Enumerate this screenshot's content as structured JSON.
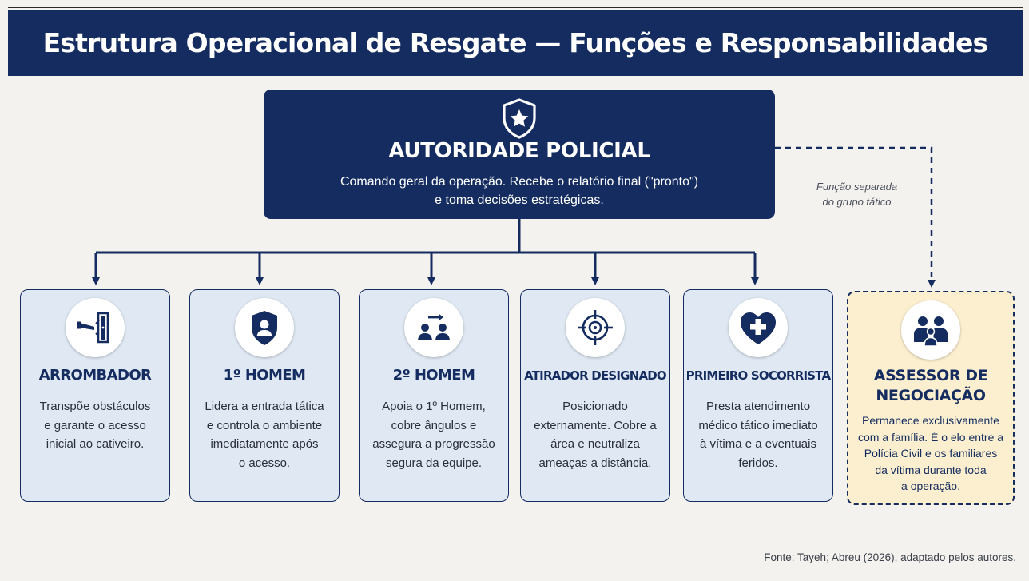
{
  "header": {
    "title": "Estrutura Operacional de Resgate — Funções e Responsabilidades"
  },
  "authority": {
    "icon": "shield-star-icon",
    "title": "AUTORIDADE POLICIAL",
    "description_lines": [
      "Comando geral da operação. Recebe o relatório final (\"pronto\")",
      "e toma decisões estratégicas."
    ]
  },
  "side_note": {
    "lines": [
      "Função separada",
      "do grupo tático"
    ]
  },
  "roles": [
    {
      "icon": "door-breach-icon",
      "title": "ARROMBADOR",
      "lines": [
        "Transpõe obstáculos",
        "e garante o acesso",
        "inicial ao cativeiro."
      ]
    },
    {
      "icon": "person-shield-icon",
      "title": "1º HOMEM",
      "lines": [
        "Lidera a entrada tática",
        "e controla o ambiente",
        "imediatamente após",
        "o acesso."
      ]
    },
    {
      "icon": "team-arrow-icon",
      "title": "2º HOMEM",
      "lines": [
        "Apoia o 1º Homem,",
        "cobre ângulos e",
        "assegura a progressão",
        "segura da equipe."
      ]
    },
    {
      "icon": "crosshair-icon",
      "title": "ATIRADOR DESIGNADO",
      "lines": [
        "Posicionado",
        "externamente. Cobre a",
        "área e neutraliza",
        "ameaças a distância."
      ]
    },
    {
      "icon": "heart-cross-icon",
      "title": "PRIMEIRO SOCORRISTA",
      "lines": [
        "Presta atendimento",
        "médico tático imediato",
        "à vítima e a eventuais",
        "feridos."
      ]
    }
  ],
  "assessor": {
    "icon": "family-icon",
    "title_lines": [
      "ASSESSOR DE",
      "NEGOCIAÇÃO"
    ],
    "lines": [
      "Permanece exclusivamente",
      "com a família. É o elo entre a",
      "Polícia Civil e os familiares",
      "da vítima durante toda",
      "a operação."
    ]
  },
  "footer": {
    "source": "Fonte: Tayeh; Abreu (2026), adaptado pelos autores."
  },
  "colors": {
    "navy": "#142c5f",
    "role_bg": "#dfe8f3",
    "assessor_bg": "#fbefcf",
    "page_bg": "#f3f2ef"
  }
}
